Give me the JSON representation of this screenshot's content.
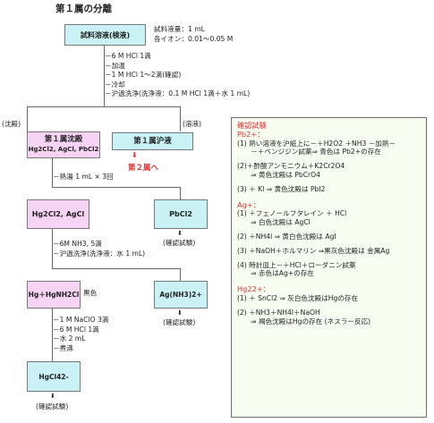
{
  "title": "第１属の分離",
  "sample_info": [
    "試料液量：1 mL",
    "各イオン：0.01～0.05 M"
  ],
  "boxes": {
    "sample": "試料溶液(検液)",
    "group1_ppt_line1": "第１属沈殿",
    "group1_ppt_line2": "Hg2Cl2, AgCl, PbCl2",
    "group1_filtrate": "第１属沪液",
    "hg_ag": "Hg2Cl2, AgCl",
    "pbcl2": "PbCl2",
    "hg_residue": "Hg＋HgNH2Cl",
    "ag_complex": "Ag(NH3)2+",
    "hgcl4": "HgCl42-"
  },
  "labels": {
    "precipitate": "(沈殿)",
    "solution": "(溶液)",
    "to_group2": "第２属へ",
    "black": "黒色",
    "confirm": "(確認試験)"
  },
  "steps": {
    "step1": [
      "－6 M HCl 1滴",
      "－加温",
      "－1 M HCl 1～2滴(確認)",
      "－冷却",
      "－沪過洗浄(洗浄液：0.1 M HCl 1滴＋水 1 mL)"
    ],
    "step2": [
      "－熱湯 1 mL × 3回"
    ],
    "step3": [
      "－6M NH3, 5滴",
      "－沪過洗浄(洗浄液：水 1 mL)"
    ],
    "step4": [
      "－1 M NaClO 3滴",
      "－6 M HCl 1滴",
      "－水 2 mL",
      "－煮沸"
    ]
  },
  "panel": {
    "heading": "確認試験",
    "pb_head": "Pb2+：",
    "pb": [
      "(1) 熱い溶液を沪紙上に－＋H2O2 ＋NH3 －加熱－",
      "　　－＋ベンジジン試薬⇒ 青色は Pb2+の存在",
      "(2)＋酢酸アンモニウム＋K2Cr2O4",
      "　　⇒ 黄色沈殿は PbCrO4",
      "(3) ＋ KI ⇒ 黄色沈殿は PbI2"
    ],
    "ag_head": "Ag+：",
    "ag": [
      "(1) ＋フェノールフタレイン ＋ HCl",
      "　　⇒ 白色沈殿は AgCl",
      "(2) ＋NH4I ⇒ 黄白色沈殿は AgI",
      "(3) ＋NaOH＋ホルマリン ⇒黒灰色沈殿は 金属Ag",
      "(4) 時計皿上－＋HCl＋ローダニン試薬",
      "　　⇒ 赤色はAg+の存在"
    ],
    "hg_head": "Hg22+：",
    "hg": [
      "(1) ＋ SnCl2 ⇒ 灰白色沈殿はHgの存在",
      "(2) ＋NH3＋NH4I＋NaOH",
      "　　⇒ 褐色沈殿はHgの存在 (ネスラー反応)"
    ]
  }
}
